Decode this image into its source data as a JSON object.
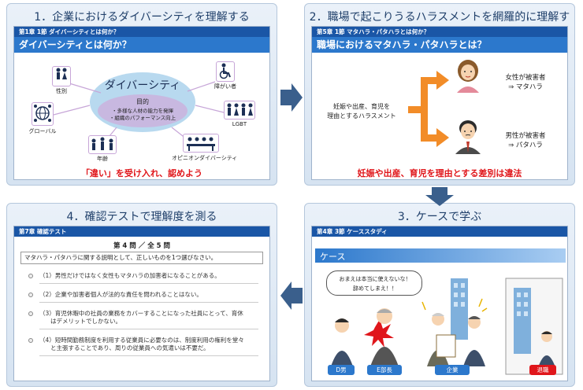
{
  "panel1": {
    "title": "1．企業におけるダイバーシティを理解する",
    "chapter": "第1章 1節 ダイバーシティとは何か？",
    "heading": "ダイバーシティとは何か？",
    "center_title": "ダイバーシティ",
    "purpose_label": "目的",
    "purpose_1": "・多様な人材の能力を発揮",
    "purpose_2": "・組織のパフォーマンス向上",
    "icons": {
      "gender": "性別",
      "disability": "障がい者",
      "global": "グローバル",
      "lgbt": "LGBT",
      "age": "年齢",
      "opinion": "オピニオンダイバーシティ"
    },
    "conclusion": "「違い」を受け入れ、認めよう"
  },
  "panel2": {
    "title": "2．職場で起こりうるハラスメントを網羅的に理解する",
    "chapter": "第5章 1節 マタハラ・パタハラとは何か？",
    "heading": "職場におけるマタハラ・パタハラとは？",
    "left_1": "妊娠や出産、育児を",
    "left_2": "理由とするハラスメント",
    "case_f_1": "女性が被害者",
    "case_f_2": "⇒ マタハラ",
    "case_m_1": "男性が被害者",
    "case_m_2": "⇒ パタハラ",
    "conclusion": "妊娠や出産、育児を理由とする差別は違法"
  },
  "panel3": {
    "title": "3．ケースで学ぶ",
    "chapter": "第4章 3節 ケーススタディ",
    "case_label": "ケース",
    "speech_1": "おまえは本当に使えないな！",
    "speech_2": "辞めてしまえ！！",
    "label_d": "D男",
    "label_e": "E部長",
    "label_company": "企業",
    "label_retire": "退職"
  },
  "panel4": {
    "title": "4．確認テストで理解度を測る",
    "chapter": "第7章 確認テスト",
    "progress": "第 4 問 ／ 全 5 問",
    "question": "マタハラ・パタハラに関する説明として、正しいものを1つ選びなさい。",
    "options": [
      "（1）男性だけではなく女性もマタハラの加害者になることがある。",
      "（2）企業や加害者個人が法的な責任を問われることはない。",
      "（3）育児休暇中の社員の業務をカバーすることになった社員にとって、育休",
      "（4）短時間勤務制度を利用する従業員に必要なのは、制度利用の権利を堂々"
    ],
    "option3_cont": "はデメリットでしかない。",
    "option4_cont": "と主張することであり、周りの従業員への気遣いは不要だ。"
  },
  "colors": {
    "chapter_bar": "#1a56a6",
    "heading_bar": "#2c78cc",
    "accent_red": "#e0161b",
    "arrow_orange": "#f28c28",
    "flow_arrow": "#3a5f8c"
  }
}
